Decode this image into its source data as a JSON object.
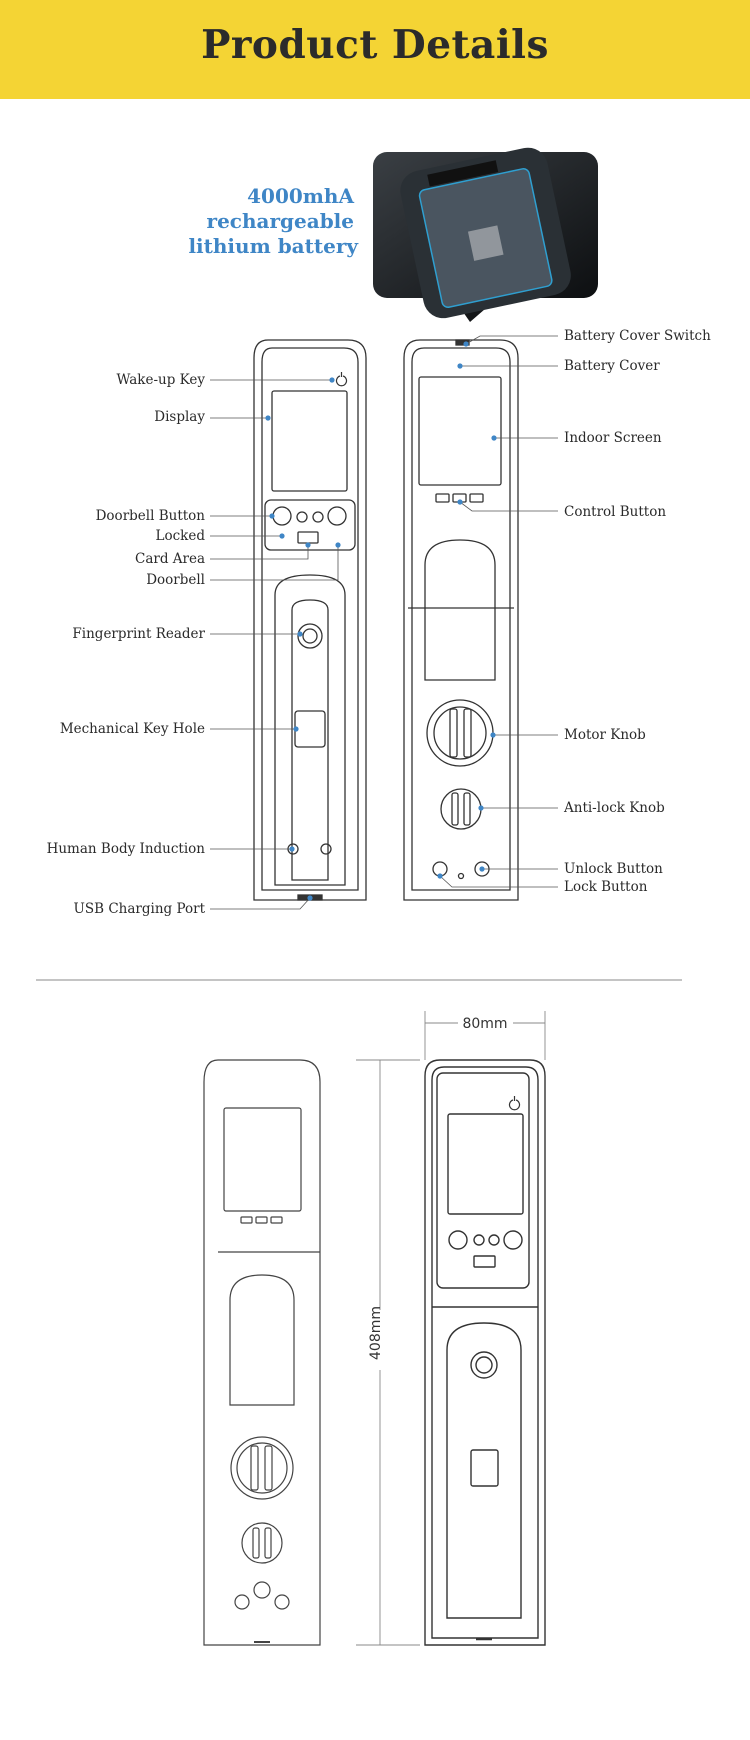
{
  "header": {
    "title": "Product Details"
  },
  "battery": {
    "lines": [
      "4000mhA",
      "rechargeable",
      "lithium battery"
    ]
  },
  "labels_left": [
    "Wake-up Key",
    "Display",
    "Doorbell Button",
    "Locked",
    "Card Area",
    "Doorbell",
    "Fingerprint Reader",
    "Mechanical Key Hole",
    "Human Body Induction",
    "USB Charging Port"
  ],
  "labels_right": [
    "Battery Cover Switch",
    "Battery Cover",
    "Indoor Screen",
    "Control Button",
    "Motor Knob",
    "Anti-lock Knob",
    "Unlock Button",
    "Lock Button"
  ],
  "dimensions": {
    "width": "80mm",
    "height": "408mm"
  },
  "colors": {
    "banner": "#f4d434",
    "accent": "#3f86c6",
    "line": "#333333"
  }
}
